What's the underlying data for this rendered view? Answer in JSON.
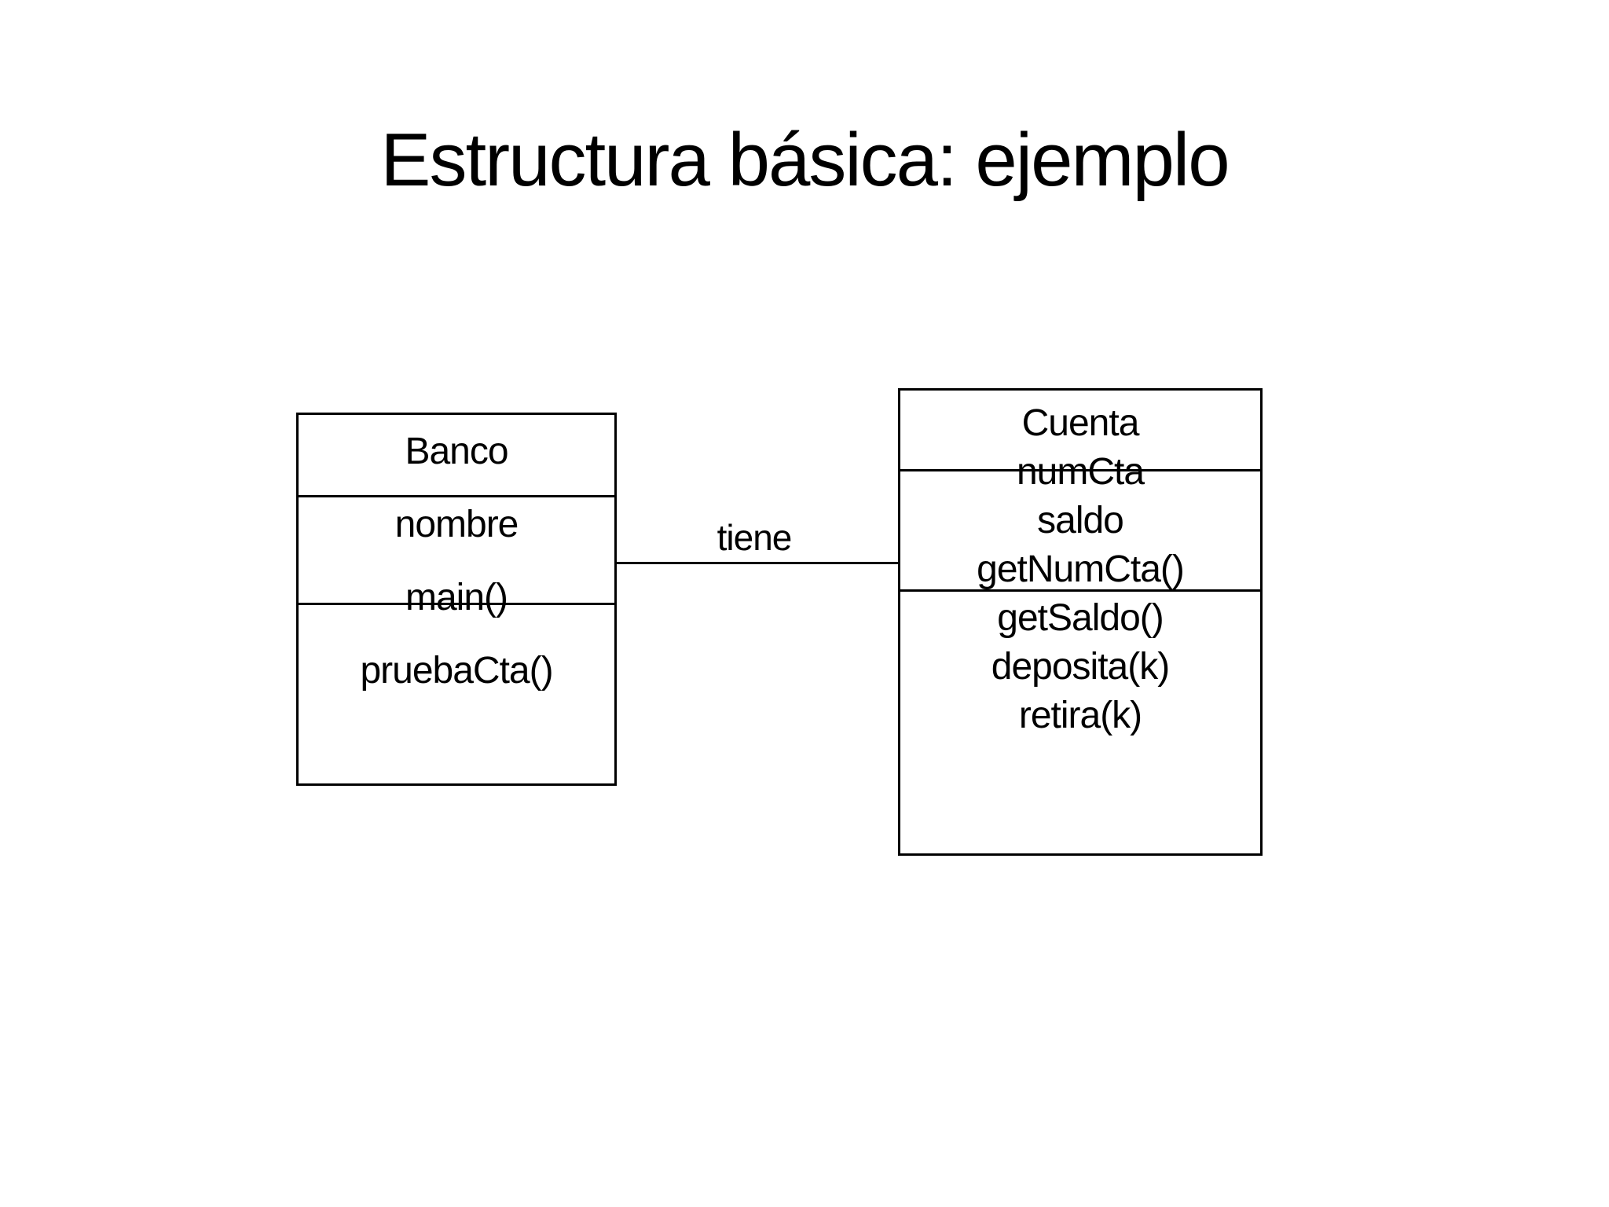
{
  "slide": {
    "title": "Estructura básica: ejemplo"
  },
  "diagram": {
    "classes": [
      {
        "name": "Banco",
        "members": [
          "nombre",
          "main()",
          "pruebaCta()"
        ]
      },
      {
        "name": "Cuenta",
        "members": [
          "numCta",
          "saldo",
          "getNumCta()",
          "getSaldo()",
          "deposita(k)",
          "retira(k)"
        ]
      }
    ],
    "association": {
      "label": "tiene"
    }
  },
  "colors": {
    "background": "#ffffff",
    "line": "#000000",
    "text": "#000000"
  }
}
